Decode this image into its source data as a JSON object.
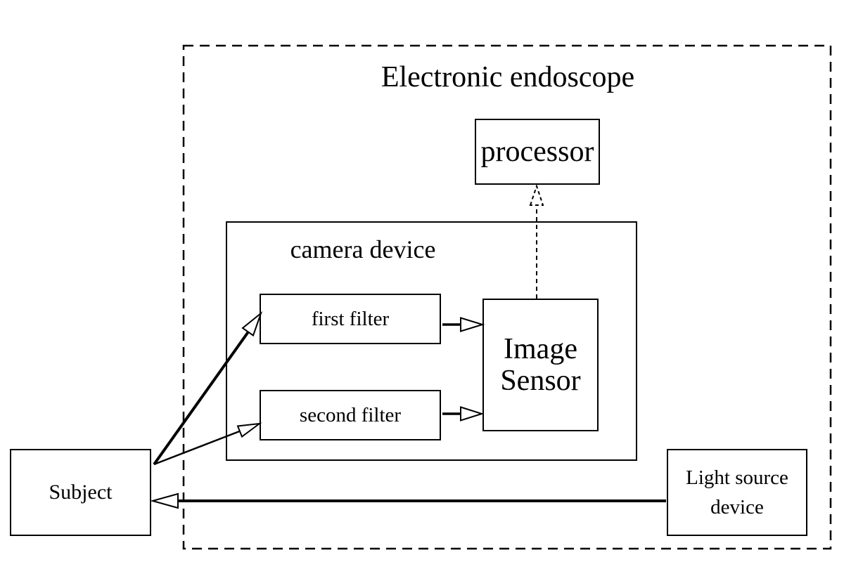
{
  "diagram": {
    "container": {
      "label": "Electronic endoscope",
      "border_style": "dashed"
    },
    "nodes": {
      "processor": {
        "label": "processor"
      },
      "camera_device": {
        "label": "camera device"
      },
      "first_filter": {
        "label": "first filter"
      },
      "second_filter": {
        "label": "second filter"
      },
      "image_sensor": {
        "line1": "Image",
        "line2": "Sensor"
      },
      "subject": {
        "label": "Subject"
      },
      "light_source": {
        "line1": "Light source",
        "line2": "device"
      }
    },
    "edges": [
      {
        "from": "first_filter",
        "to": "image_sensor",
        "style": "solid",
        "arrowhead": "open-triangle"
      },
      {
        "from": "second_filter",
        "to": "image_sensor",
        "style": "solid",
        "arrowhead": "open-triangle"
      },
      {
        "from": "image_sensor",
        "to": "processor",
        "style": "dashed",
        "arrowhead": "open-triangle-dashed"
      },
      {
        "from": "subject",
        "to": "first_filter",
        "style": "solid-thick",
        "arrowhead": "open-triangle"
      },
      {
        "from": "subject",
        "to": "second_filter",
        "style": "solid-thin",
        "arrowhead": "open-triangle"
      },
      {
        "from": "light_source",
        "to": "subject",
        "style": "solid-thick",
        "arrowhead": "open-triangle"
      }
    ],
    "colors": {
      "line": "#000000",
      "background": "#ffffff"
    }
  }
}
